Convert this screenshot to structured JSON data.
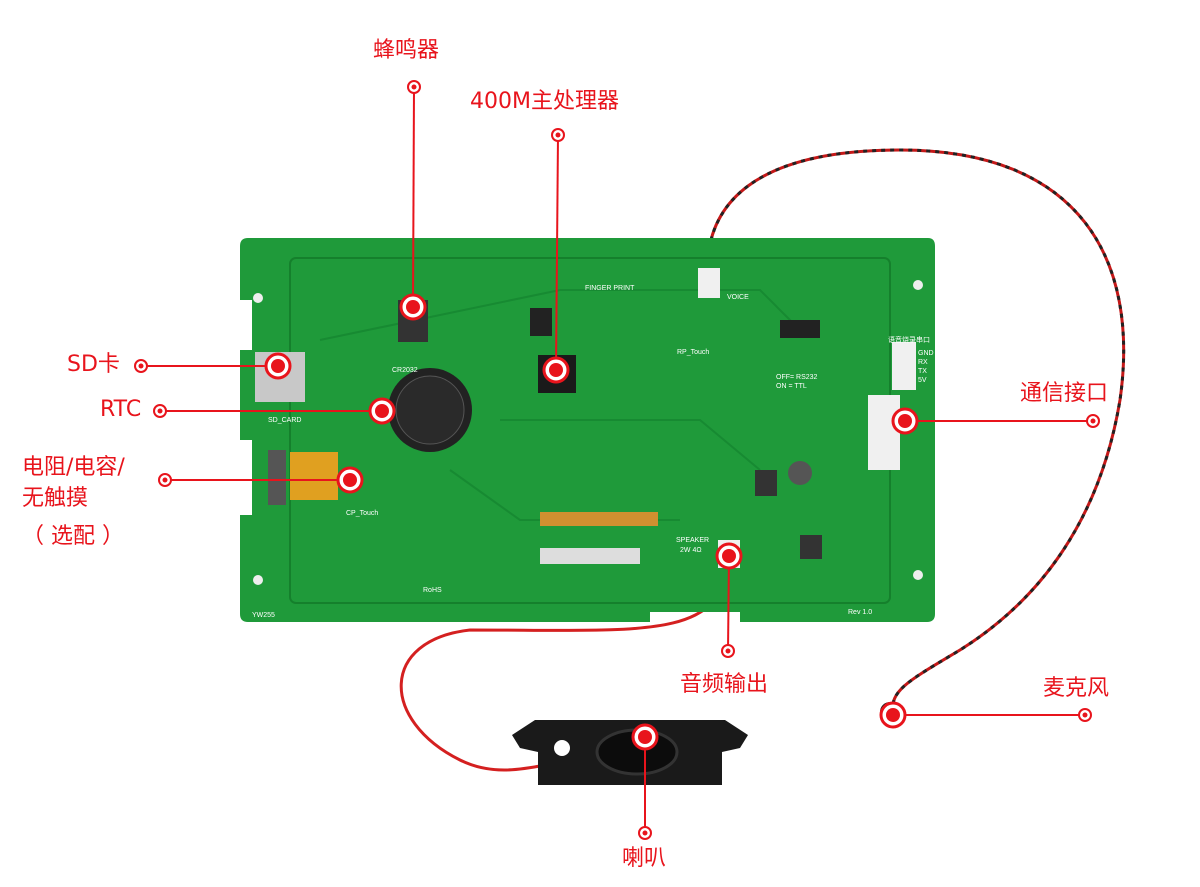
{
  "colors": {
    "accent": "#e8141c",
    "pcb": "#1f9a3a",
    "pcb_dark": "#15802c"
  },
  "labels": {
    "buzzer": "蜂鸣器",
    "processor": "400M主处理器",
    "sd_card": "SD卡",
    "rtc": "RTC",
    "touch_line1": "电阻/电容/",
    "touch_line2": "无触摸",
    "touch_line3": "（ 选配 ）",
    "comm_port": "通信接口",
    "audio_out": "音频输出",
    "microphone": "麦克风",
    "speaker": "喇叭"
  },
  "silkscreen": {
    "cr2032": "CR2032",
    "sd_card": "SD_CARD",
    "cp_touch": "CP_Touch",
    "finger_print": "FINGER PRINT",
    "voice": "VOICE",
    "rp_touch": "RP_Touch",
    "speaker": "SPEAKER",
    "speaker_spec": "2W 4Ω",
    "rev": "Rev 1.0",
    "rs232": "OFF= RS232",
    "ttl": "ON = TTL",
    "burn_port": "语音烧录串口",
    "pins": [
      "GND",
      "RX",
      "TX",
      "5V"
    ],
    "rohs": "RoHS",
    "model": "YW255"
  }
}
